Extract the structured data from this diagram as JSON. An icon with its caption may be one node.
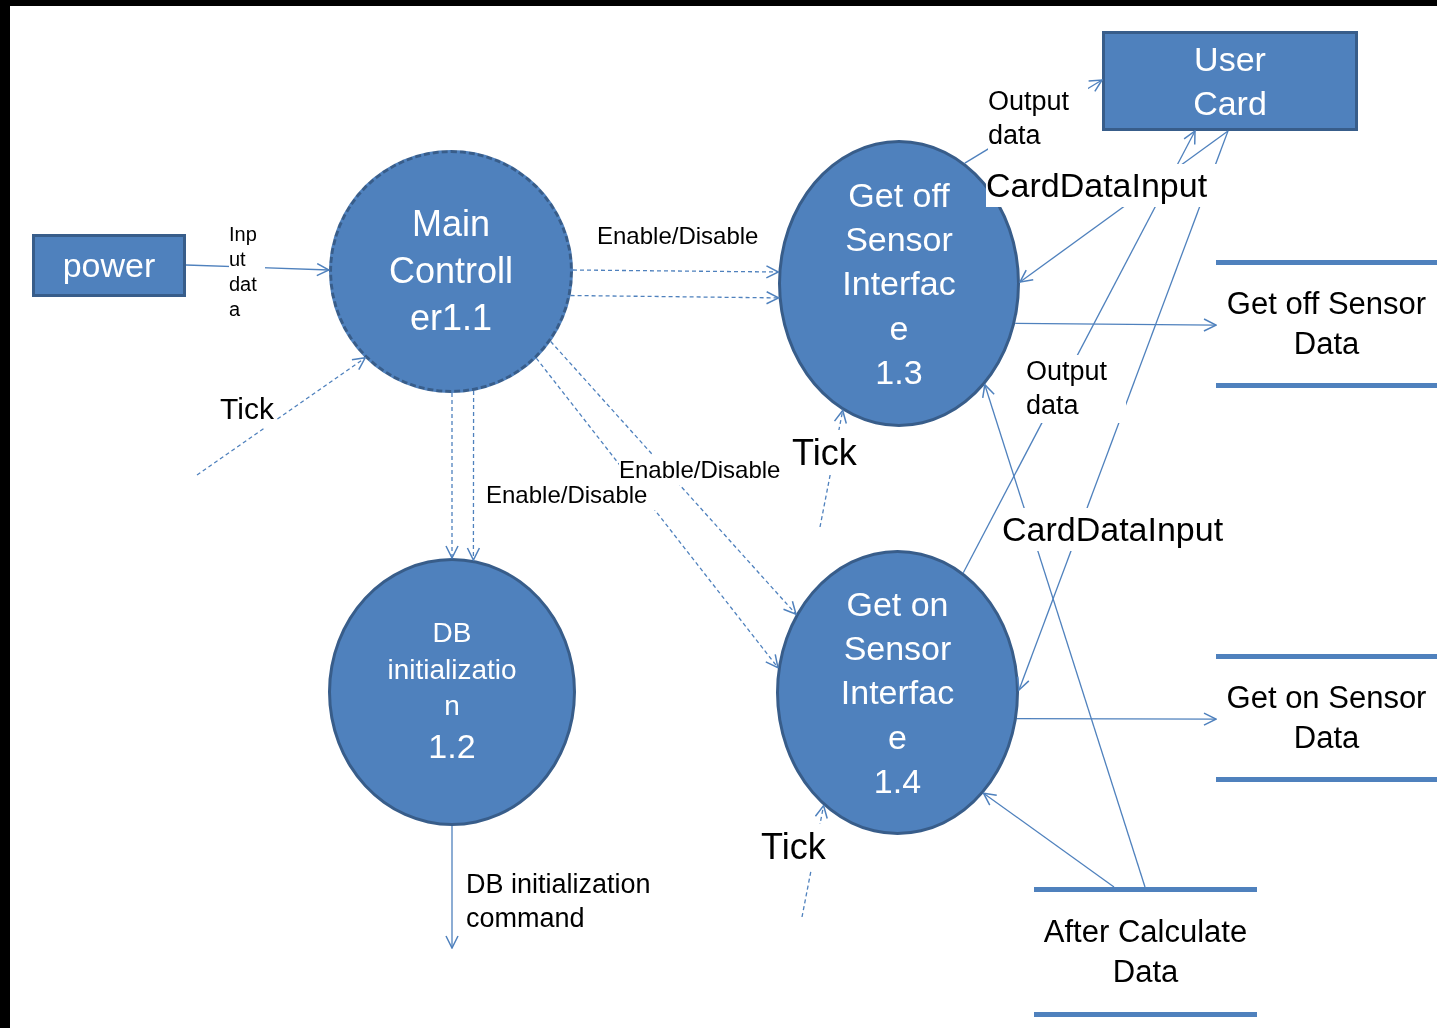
{
  "diagram": {
    "nodes": [
      {
        "text": [
          "power"
        ]
      },
      {
        "text": [
          "Main Controller1.1"
        ]
      },
      {
        "text": [
          "Get off Sensor Interface",
          "1.3"
        ]
      },
      {
        "text": [
          "User Card"
        ]
      },
      {
        "text": [
          "Get off Sensor Data"
        ]
      },
      {
        "text": [
          "DB initialization",
          "1.2"
        ]
      },
      {
        "text": [
          "Get on Sensor Interface",
          "1.4"
        ]
      },
      {
        "text": [
          "Get on Sensor Data"
        ]
      },
      {
        "text": [
          "After Calculate Data"
        ]
      }
    ],
    "edges": [
      {
        "from": 0,
        "to": 1,
        "arrow": "to",
        "label": "Input data"
      },
      {
        "from": null,
        "to": 1,
        "arrow": "to",
        "label": "Tick",
        "style": "dashed"
      },
      {
        "from": 1,
        "to": 2,
        "arrow": "to",
        "label": "Enable/Disable",
        "style": "dashed"
      },
      {
        "from": 1,
        "to": 2,
        "arrow": "to",
        "style": "dashed"
      },
      {
        "from": 1,
        "to": 5,
        "arrow": "to",
        "style": "dashed"
      },
      {
        "from": 1,
        "to": 5,
        "arrow": "to",
        "label": "Enable/Disable",
        "style": "dashed"
      },
      {
        "from": 1,
        "to": 6,
        "arrow": "to",
        "style": "dashed"
      },
      {
        "from": 1,
        "to": 6,
        "arrow": "to",
        "label": "Enable/Disable",
        "style": "dashed"
      },
      {
        "from": null,
        "to": 2,
        "arrow": "to",
        "label": "Tick",
        "style": "dashed"
      },
      {
        "from": 2,
        "to": 3,
        "arrow": "to",
        "label": "Output data"
      },
      {
        "from": 3,
        "to": 2,
        "arrow": "to",
        "label": "CardDataInput"
      },
      {
        "from": 2,
        "to": 4,
        "arrow": "to"
      },
      {
        "from": 6,
        "to": 3,
        "arrow": "to",
        "label": "Output data"
      },
      {
        "from": 3,
        "to": 6,
        "arrow": "to",
        "label": "CardDataInput"
      },
      {
        "from": 6,
        "to": 7,
        "arrow": "to"
      },
      {
        "from": 8,
        "to": 2,
        "arrow": "to"
      },
      {
        "from": 8,
        "to": 6,
        "arrow": "to"
      },
      {
        "from": null,
        "to": 6,
        "arrow": "to",
        "label": "Tick",
        "style": "dashed"
      },
      {
        "from": 5,
        "to": null,
        "arrow": "to",
        "label": "DB initialization command"
      }
    ]
  }
}
